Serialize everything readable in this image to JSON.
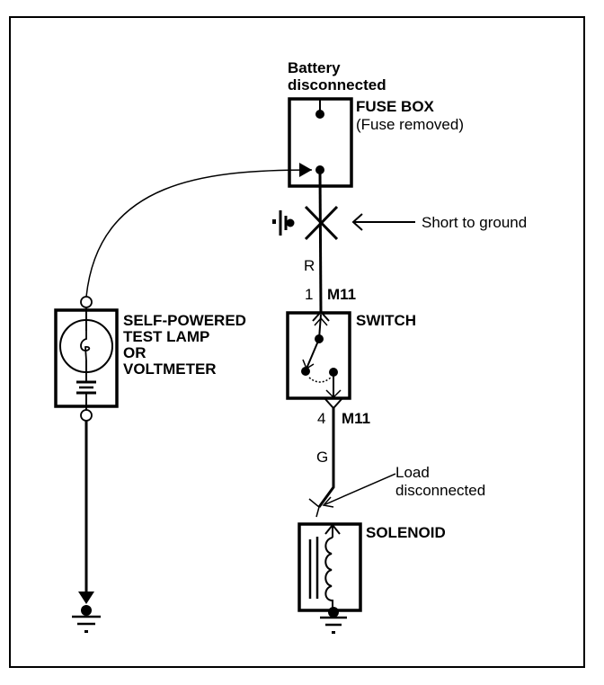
{
  "diagram": {
    "title": "Short to ground test with self-powered test lamp or voltmeter",
    "colors": {
      "ink": "#000000",
      "background": "#ffffff"
    },
    "labels": {
      "battery_line1": "Battery",
      "battery_line2": "disconnected",
      "fuse_box": "FUSE BOX",
      "fuse_removed": "(Fuse removed)",
      "short_to_ground": "Short to ground",
      "wire_color_r": "R",
      "connector_pin_1": "1",
      "connector_top": "M11",
      "switch": "SWITCH",
      "connector_pin_4": "4",
      "connector_bottom": "M11",
      "wire_color_g": "G",
      "load_line1": "Load",
      "load_line2": "disconnected",
      "solenoid": "SOLENOID",
      "tester_line1": "SELF-POWERED",
      "tester_line2": "TEST LAMP",
      "tester_line3": "OR",
      "tester_line4": "VOLTMETER"
    },
    "components": [
      {
        "id": "fuse-box",
        "name": "FUSE BOX",
        "state": "Fuse removed"
      },
      {
        "id": "switch",
        "name": "SWITCH",
        "connector": "M11",
        "pins": [
          "1",
          "4"
        ]
      },
      {
        "id": "solenoid",
        "name": "SOLENOID",
        "state": "Load disconnected"
      },
      {
        "id": "tester",
        "name": "SELF-POWERED TEST LAMP OR VOLTMETER"
      }
    ],
    "wires": [
      {
        "from": "fuse-box",
        "to": "switch",
        "color": "R",
        "fault": "Short to ground"
      },
      {
        "from": "switch",
        "to": "solenoid",
        "color": "G"
      }
    ]
  }
}
